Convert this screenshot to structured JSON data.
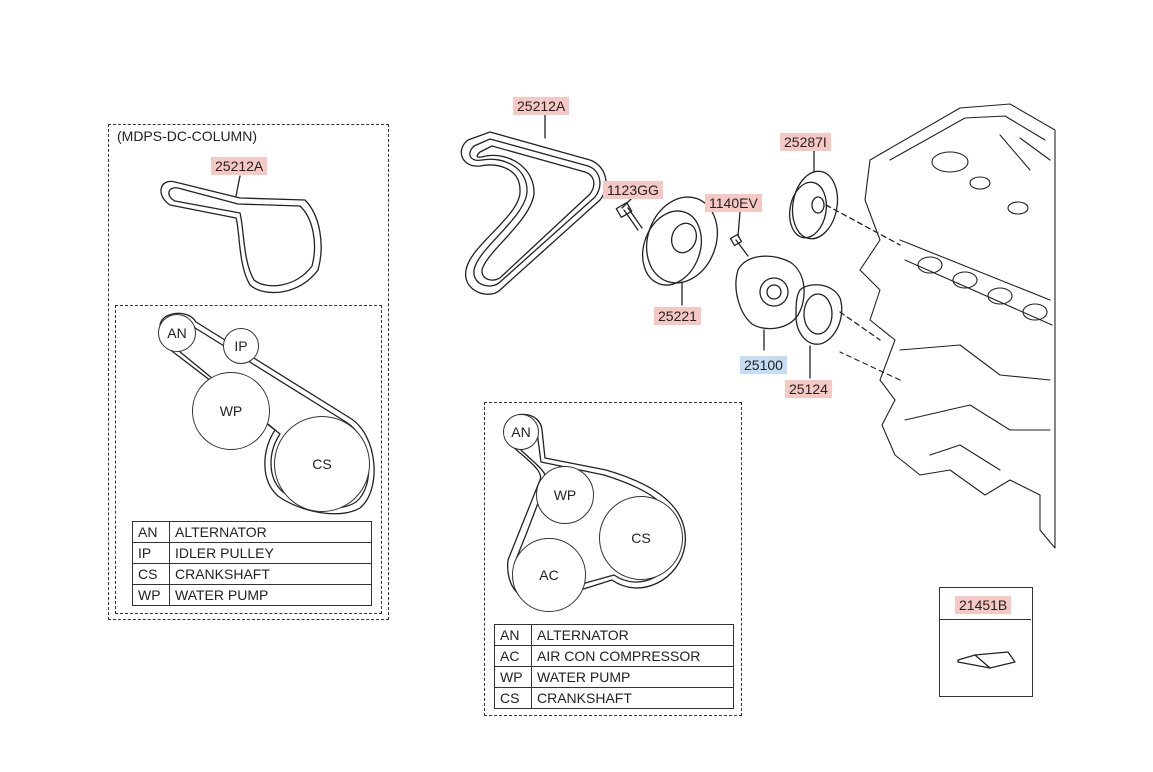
{
  "left_panel": {
    "title": "(MDPS-DC-COLUMN)",
    "belt_part": "25212A",
    "pulleys": {
      "an": "AN",
      "ip": "IP",
      "wp": "WP",
      "cs": "CS"
    },
    "legend": [
      {
        "code": "AN",
        "name": "ALTERNATOR"
      },
      {
        "code": "IP",
        "name": "IDLER PULLEY"
      },
      {
        "code": "CS",
        "name": "CRANKSHAFT"
      },
      {
        "code": "WP",
        "name": "WATER PUMP"
      }
    ]
  },
  "center_panel": {
    "pulleys": {
      "an": "AN",
      "wp": "WP",
      "cs": "CS",
      "ac": "AC"
    },
    "legend": [
      {
        "code": "AN",
        "name": "ALTERNATOR"
      },
      {
        "code": "AC",
        "name": "AIR CON COMPRESSOR"
      },
      {
        "code": "WP",
        "name": "WATER PUMP"
      },
      {
        "code": "CS",
        "name": "CRANKSHAFT"
      }
    ]
  },
  "parts": {
    "belt": "25212A",
    "bolt_1": "1123GG",
    "bolt_2": "1140EV",
    "idler": "25221",
    "tensioner": "25287I",
    "water_pump": "25100",
    "gasket": "25124",
    "bracket": "21451B"
  }
}
